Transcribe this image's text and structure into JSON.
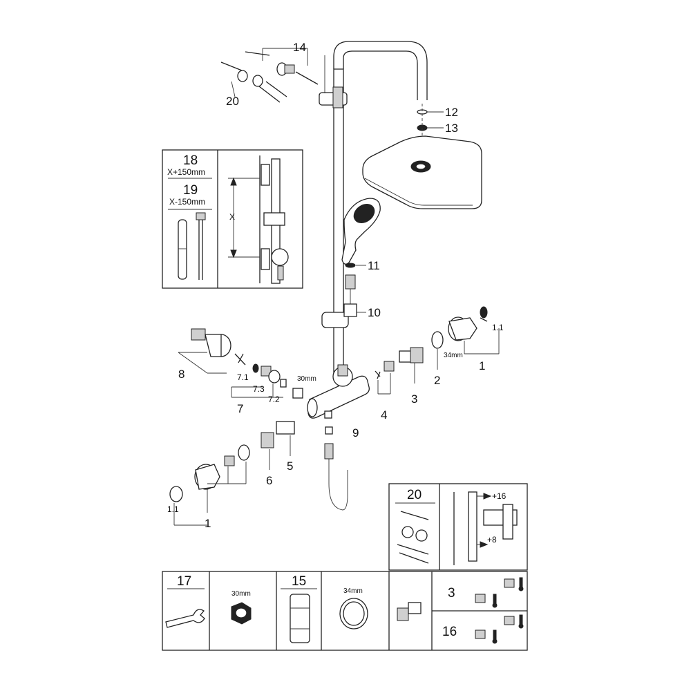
{
  "callouts": {
    "c14": "14",
    "c20": "20",
    "c12": "12",
    "c13": "13",
    "c11": "11",
    "c10": "10",
    "c8": "8",
    "c7_1": "7.1",
    "c7_3": "7.3",
    "c7_2": "7.2",
    "c7": "7",
    "c30mm": "30mm",
    "c4": "4",
    "c3": "3",
    "c2": "2",
    "c34mm": "34mm",
    "c1_1_right": "1.1",
    "c1_right": "1",
    "c9": "9",
    "c5": "5",
    "c6": "6",
    "c1_left": "1",
    "c1_1_left": "1.1"
  },
  "inset_height": {
    "n18": "18",
    "t18": "X+150mm",
    "n19": "19",
    "t19": "X-150mm",
    "x": "X"
  },
  "inset_wall": {
    "n20": "20",
    "plus16": "+16",
    "plus8": "+8"
  },
  "tools": {
    "n17": "17",
    "nut_size": "30mm",
    "n15": "15",
    "ring_size": "34mm",
    "n3": "3",
    "n16": "16"
  }
}
